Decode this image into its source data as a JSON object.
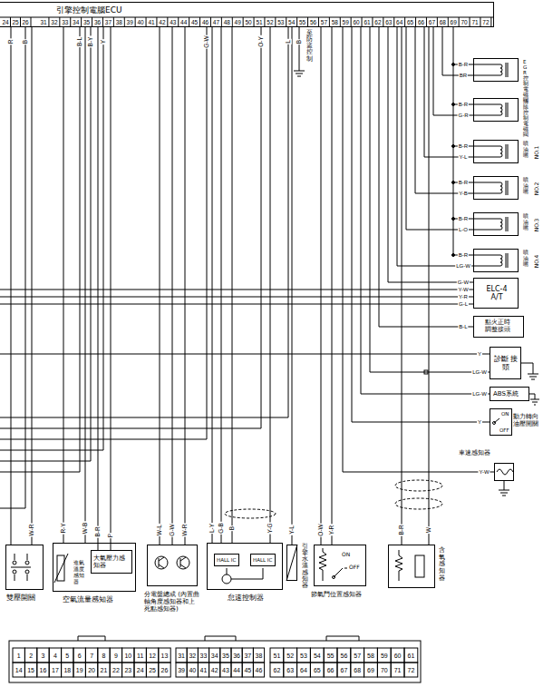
{
  "diagram": {
    "nodes": [
      {
        "text": [
          "引擎控制電腦ECU"
        ]
      },
      {
        "text": [
          "EGR控制電磁閥"
        ]
      },
      {
        "text": [
          "清除控制電磁閥"
        ]
      },
      {
        "text": [
          "噴油嘴",
          "NO.1"
        ]
      },
      {
        "text": [
          "噴油嘴",
          "NO.2"
        ]
      },
      {
        "text": [
          "噴油嘴",
          "NO.3"
        ]
      },
      {
        "text": [
          "噴油嘴",
          "NO.4"
        ]
      },
      {
        "text": [
          "ELC-4 A/T"
        ]
      },
      {
        "text": [
          "點火正時 調整接頭"
        ]
      },
      {
        "text": [
          "診斷 接頭"
        ]
      },
      {
        "text": [
          "ABS系統"
        ]
      },
      {
        "text": [
          "ON",
          "OFF",
          "動力轉向 油壓開關"
        ]
      },
      {
        "text": [
          "車速感知器"
        ]
      },
      {
        "text": [
          "雙壓開關"
        ]
      },
      {
        "text": [
          "空氣流量感知器",
          "進氣溫度感知器"
        ]
      },
      {
        "text": [
          "大氣壓力感知器"
        ],
        "in": 14
      },
      {
        "text": [
          "分電盤總成 (內置曲軸角度感知器和上死點感知器)"
        ]
      },
      {
        "text": [
          "怠速控制器"
        ]
      },
      {
        "text": [
          "HALL IC"
        ],
        "in": 17
      },
      {
        "text": [
          "HALL IC"
        ],
        "in": 17
      },
      {
        "text": [
          "引擎水溫感知器"
        ]
      },
      {
        "text": [
          "ON",
          "OFF",
          "節氣門位置感知器"
        ]
      },
      {
        "text": [
          "含氧感知器"
        ]
      }
    ],
    "edges": [
      {
        "from": 0,
        "to": 1,
        "arrow": "none",
        "label": "BR"
      },
      {
        "from": 0,
        "to": 2,
        "arrow": "none",
        "label": "G-R"
      },
      {
        "from": 0,
        "to": 3,
        "arrow": "none",
        "label": "Y-L"
      },
      {
        "from": 0,
        "to": 4,
        "arrow": "none",
        "label": "Y-B"
      },
      {
        "from": 0,
        "to": 5,
        "arrow": "none",
        "label": "L-O"
      },
      {
        "from": 0,
        "to": 6,
        "arrow": "none",
        "label": "LG-W"
      },
      {
        "from": 0,
        "to": 7,
        "arrow": "none",
        "label": "G-W"
      },
      {
        "from": 0,
        "to": 8,
        "arrow": "none",
        "label": "B-L"
      },
      {
        "from": 0,
        "to": 9,
        "arrow": "none",
        "label": "LG-W"
      },
      {
        "from": 0,
        "to": 10,
        "arrow": "none",
        "label": "LG-W"
      },
      {
        "from": 0,
        "to": 11,
        "arrow": "none",
        "label": "Y"
      },
      {
        "from": 0,
        "to": 12,
        "arrow": "none",
        "label": "Y-W"
      },
      {
        "from": 0,
        "to": 13,
        "arrow": "none",
        "label": "W-R"
      },
      {
        "from": 0,
        "to": 14,
        "arrow": "none",
        "label": "W-B"
      },
      {
        "from": 0,
        "to": 15,
        "arrow": "none",
        "label": "P"
      },
      {
        "from": 0,
        "to": 16,
        "arrow": "none",
        "label": "G-W"
      },
      {
        "from": 0,
        "to": 17,
        "arrow": "none",
        "label": "G-B"
      },
      {
        "from": 0,
        "to": 20,
        "arrow": "none",
        "label": "Y-L"
      },
      {
        "from": 0,
        "to": 21,
        "arrow": "none",
        "label": "Y-R"
      },
      {
        "from": 0,
        "to": 22,
        "arrow": "none",
        "label": "W"
      }
    ],
    "labels": [
      "24",
      "25",
      "26",
      "31",
      "32",
      "33",
      "34",
      "35",
      "36",
      "37",
      "38",
      "39",
      "40",
      "41",
      "42",
      "43",
      "44",
      "45",
      "46",
      "47",
      "48",
      "49",
      "50",
      "51",
      "52",
      "53",
      "54",
      "55",
      "56",
      "57",
      "58",
      "59",
      "60",
      "61",
      "62",
      "63",
      "64",
      "65",
      "66",
      "67",
      "68",
      "69",
      "70",
      "71",
      "72",
      "R",
      "B",
      "B-L",
      "B-Y",
      "Y",
      "G-W",
      "O-Y",
      "L",
      "B",
      "至防盜控制",
      "B-R",
      "B-R",
      "B-R",
      "B-R",
      "B-R",
      "B-R",
      "Y-W",
      "Y-R",
      "G-L",
      "Y",
      "R-Y",
      "B-R",
      "W-L",
      "W-R",
      "L-Y",
      "B",
      "Y-G",
      "O-W",
      "B-R",
      "1",
      "2",
      "3",
      "4",
      "5",
      "6",
      "7",
      "8",
      "9",
      "10",
      "11",
      "12",
      "13",
      "14",
      "15",
      "16",
      "17",
      "18",
      "19",
      "20",
      "21",
      "22",
      "23",
      "24",
      "25",
      "26",
      "31",
      "32",
      "33",
      "34",
      "35",
      "36",
      "37",
      "38",
      "39",
      "40",
      "41",
      "42",
      "43",
      "44",
      "45",
      "46",
      "51",
      "52",
      "53",
      "54",
      "55",
      "56",
      "57",
      "58",
      "59",
      "60",
      "61",
      "62",
      "63",
      "64",
      "65",
      "66",
      "67",
      "68",
      "69",
      "70",
      "71",
      "72"
    ]
  }
}
